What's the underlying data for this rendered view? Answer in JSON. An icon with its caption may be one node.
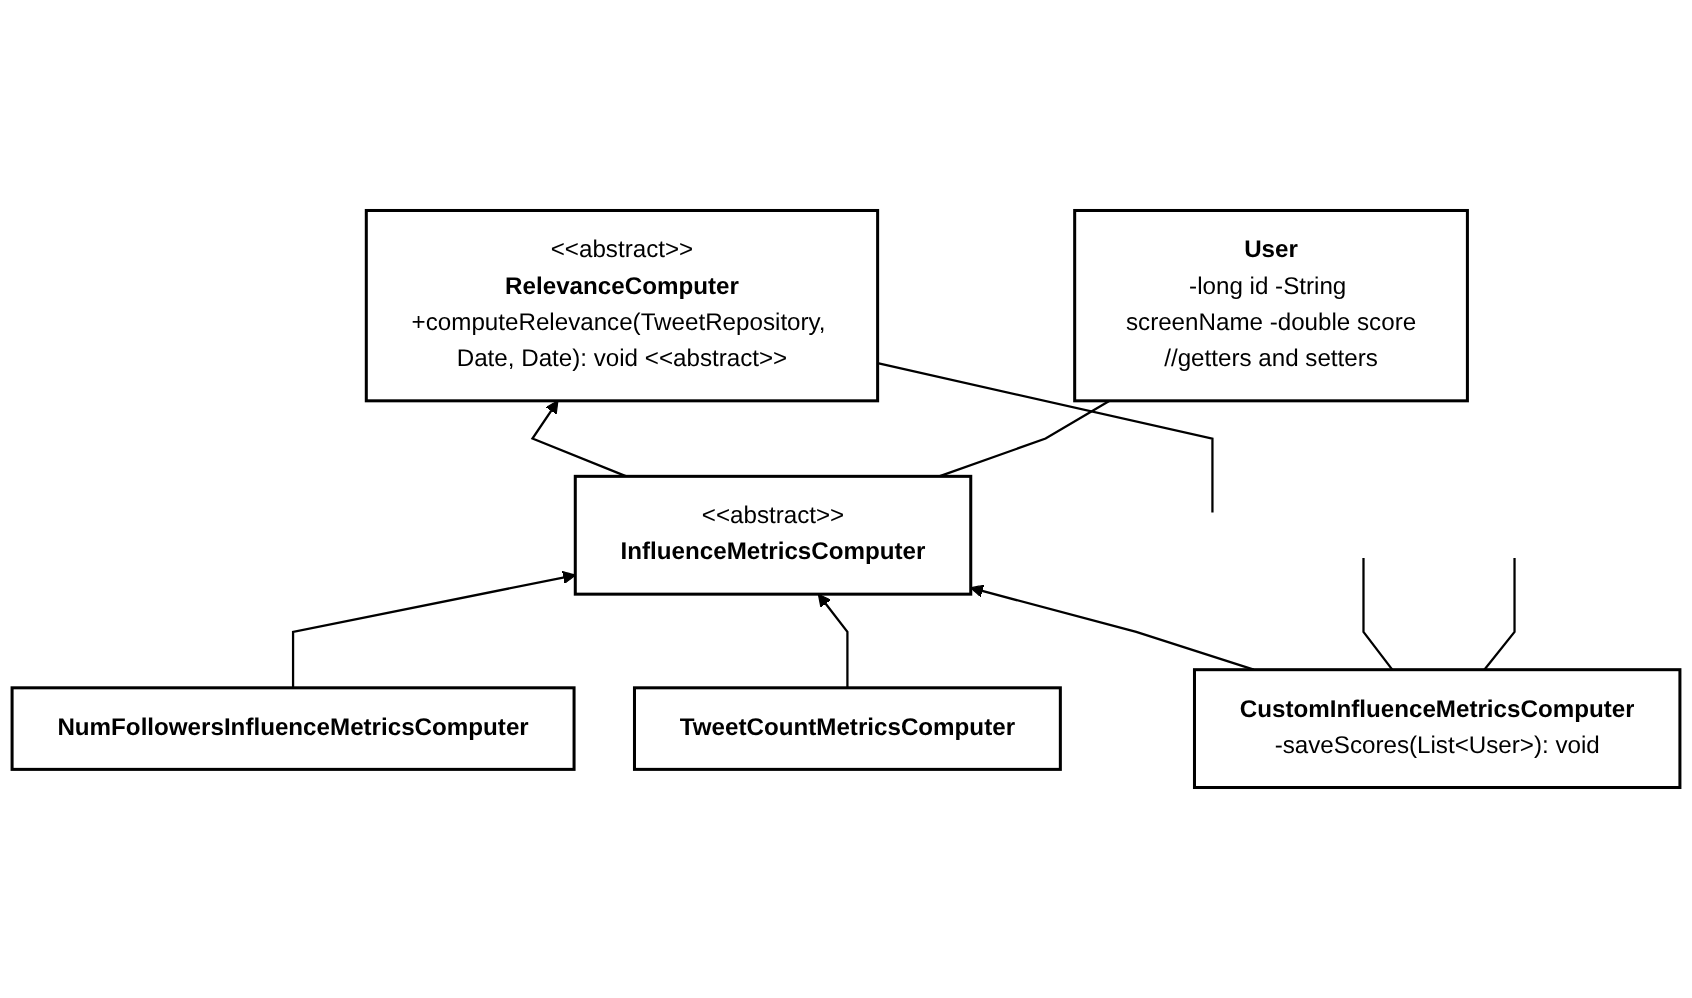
{
  "diagram": {
    "nodes": [
      {
        "text": [
          "<<abstract>>",
          "RelevanceComputer",
          "+computeRelevance(TweetRepository, Date, Date): void <<abstract>>"
        ]
      },
      {
        "text": [
          "<<abstract>>",
          "InfluenceMetricsComputer"
        ]
      },
      {
        "text": [
          "User",
          "-long id -String screenName -double score",
          "//getters and setters"
        ]
      },
      {
        "text": [
          "CustomInfluenceMetricsComputer",
          "-saveScores(List<User>): void"
        ]
      },
      {
        "text": [
          "NumFollowersInfluenceMetricsComputer"
        ]
      },
      {
        "text": [
          "TweetCountMetricsComputer"
        ]
      }
    ],
    "edges": [
      {
        "from": null,
        "to": 0,
        "arrow": "none"
      },
      {
        "from": 1,
        "to": 0,
        "arrow": "to"
      },
      {
        "from": 1,
        "to": 2,
        "arrow": "none"
      },
      {
        "from": 3,
        "to": 1,
        "arrow": "to"
      },
      {
        "from": 4,
        "to": 1,
        "arrow": "to"
      },
      {
        "from": 5,
        "to": 1,
        "arrow": "to"
      },
      {
        "from": 3,
        "to": null,
        "arrow": "none"
      },
      {
        "from": 3,
        "to": null,
        "arrow": "none"
      }
    ]
  }
}
